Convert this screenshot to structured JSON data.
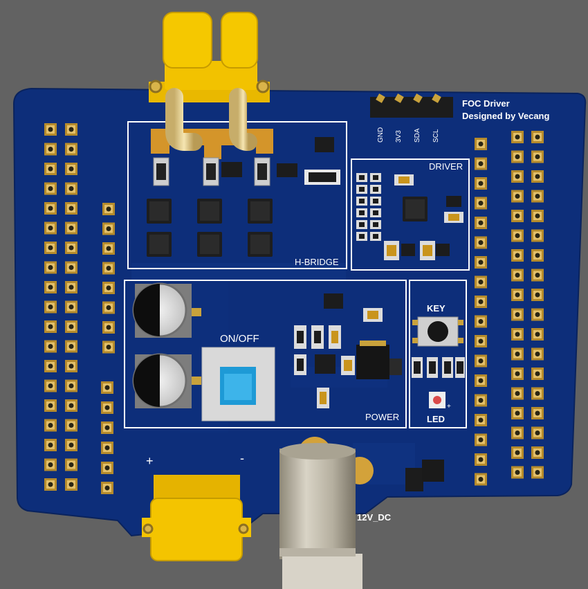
{
  "board": {
    "title_line1": "FOC Driver",
    "title_line2": "Designed by Vecang",
    "sections": {
      "hbridge": "H-BRIDGE",
      "driver": "DRIVER",
      "power": "POWER",
      "key": "KEY",
      "led": "LED"
    },
    "switch_label": "ON/OFF",
    "dc_jack_label": "12V_DC",
    "i2c_pins": [
      "GND",
      "3V3",
      "SDA",
      "SCL"
    ],
    "polarity_plus": "+",
    "polarity_minus": "-",
    "led_plus": "+"
  },
  "colors": {
    "background": "#626262",
    "pcb": "#0d2e7a",
    "silkscreen": "#ffffff",
    "pad_gold": "#c9a23c",
    "connector_yellow": "#f2c200"
  }
}
